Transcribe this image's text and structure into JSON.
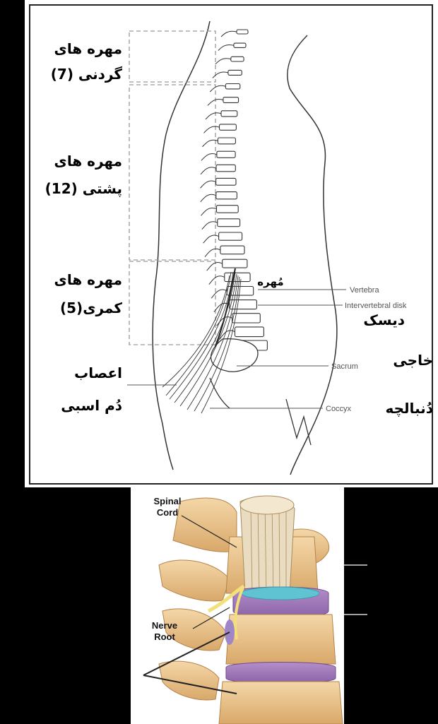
{
  "top_diagram": {
    "cervical_label_line1": "مهره های",
    "cervical_label_line2": "گردنی (7)",
    "thoracic_label_line1": "مهره های",
    "thoracic_label_line2": "پشتی (12)",
    "lumbar_label_line1": "مهره های",
    "lumbar_label_line2": "کمری(5)",
    "cauda_label_line1": "اعصاب",
    "cauda_label_line2": "دُم اسبی",
    "vertebra_fa": "مُهره",
    "vertebra_en": "Vertebra",
    "disk_en": "Intervertebral disk",
    "disk_fa": "دیسک",
    "sacrum_en": "Sacrum",
    "sacrum_fa": "خاجی",
    "coccyx_en": "Coccyx",
    "coccyx_fa": "دُنبالچه"
  },
  "bottom_diagram": {
    "spinal_cord_line1": "Spinal",
    "spinal_cord_line2": "Cord",
    "nerve_root_line1": "Nerve",
    "nerve_root_line2": "Root"
  }
}
